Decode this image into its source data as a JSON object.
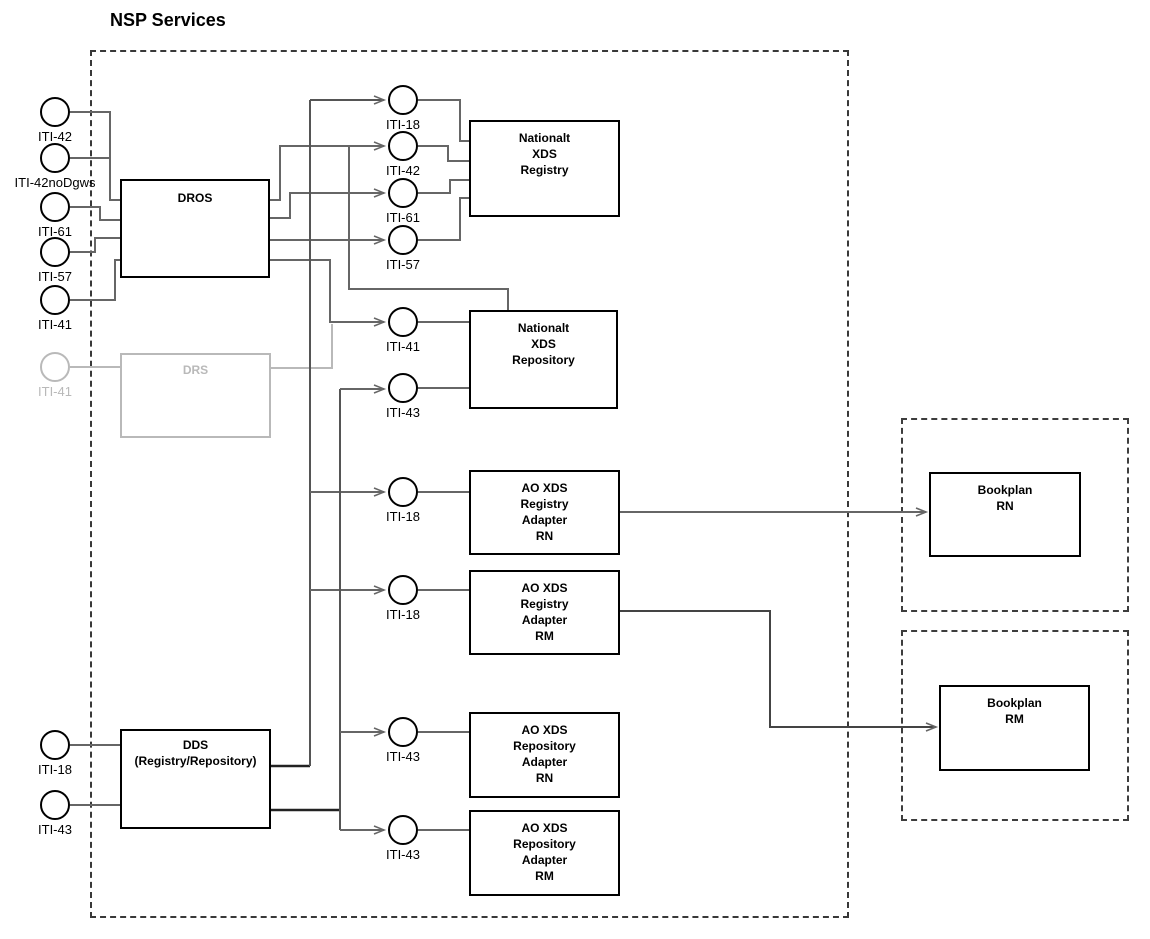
{
  "title": "NSP Services",
  "colors": {
    "connector": "#666666",
    "connector_dark": "#222222",
    "trunk": "#555555",
    "ghost": "#b9b9b9",
    "box_border": "#000000",
    "frame_dash": "#383838"
  },
  "external_ports": [
    {
      "label": "ITI-42"
    },
    {
      "label": "ITI-42noDgws"
    },
    {
      "label": "ITI-61"
    },
    {
      "label": "ITI-57"
    },
    {
      "label": "ITI-41"
    },
    {
      "label": "ITI-41",
      "state": "inactive"
    },
    {
      "label": "ITI-18"
    },
    {
      "label": "ITI-43"
    }
  ],
  "internal_ports": [
    {
      "label": "ITI-18"
    },
    {
      "label": "ITI-42"
    },
    {
      "label": "ITI-61"
    },
    {
      "label": "ITI-57"
    },
    {
      "label": "ITI-41"
    },
    {
      "label": "ITI-43"
    },
    {
      "label": "ITI-18"
    },
    {
      "label": "ITI-18"
    },
    {
      "label": "ITI-43"
    },
    {
      "label": "ITI-43"
    }
  ],
  "boxes": {
    "dros": {
      "label": "DROS"
    },
    "drs": {
      "label": "DRS",
      "state": "inactive"
    },
    "dds": {
      "label": "DDS\n(Registry/Repository)"
    },
    "national_registry": {
      "label": "Nationalt\nXDS\nRegistry"
    },
    "national_repository": {
      "label": "Nationalt\nXDS\nRepository"
    },
    "ao_registry_adapter_rn": {
      "label": "AO XDS\nRegistry\nAdapter\nRN"
    },
    "ao_registry_adapter_rm": {
      "label": "AO XDS\nRegistry\nAdapter\nRM"
    },
    "ao_repository_adapter_rn": {
      "label": "AO XDS\nRepository\nAdapter\nRN"
    },
    "ao_repository_adapter_rm": {
      "label": "AO XDS\nRepository\nAdapter\nRM"
    },
    "bookplan_rn": {
      "label": "Bookplan\nRN"
    },
    "bookplan_rm": {
      "label": "Bookplan\nRM"
    }
  }
}
